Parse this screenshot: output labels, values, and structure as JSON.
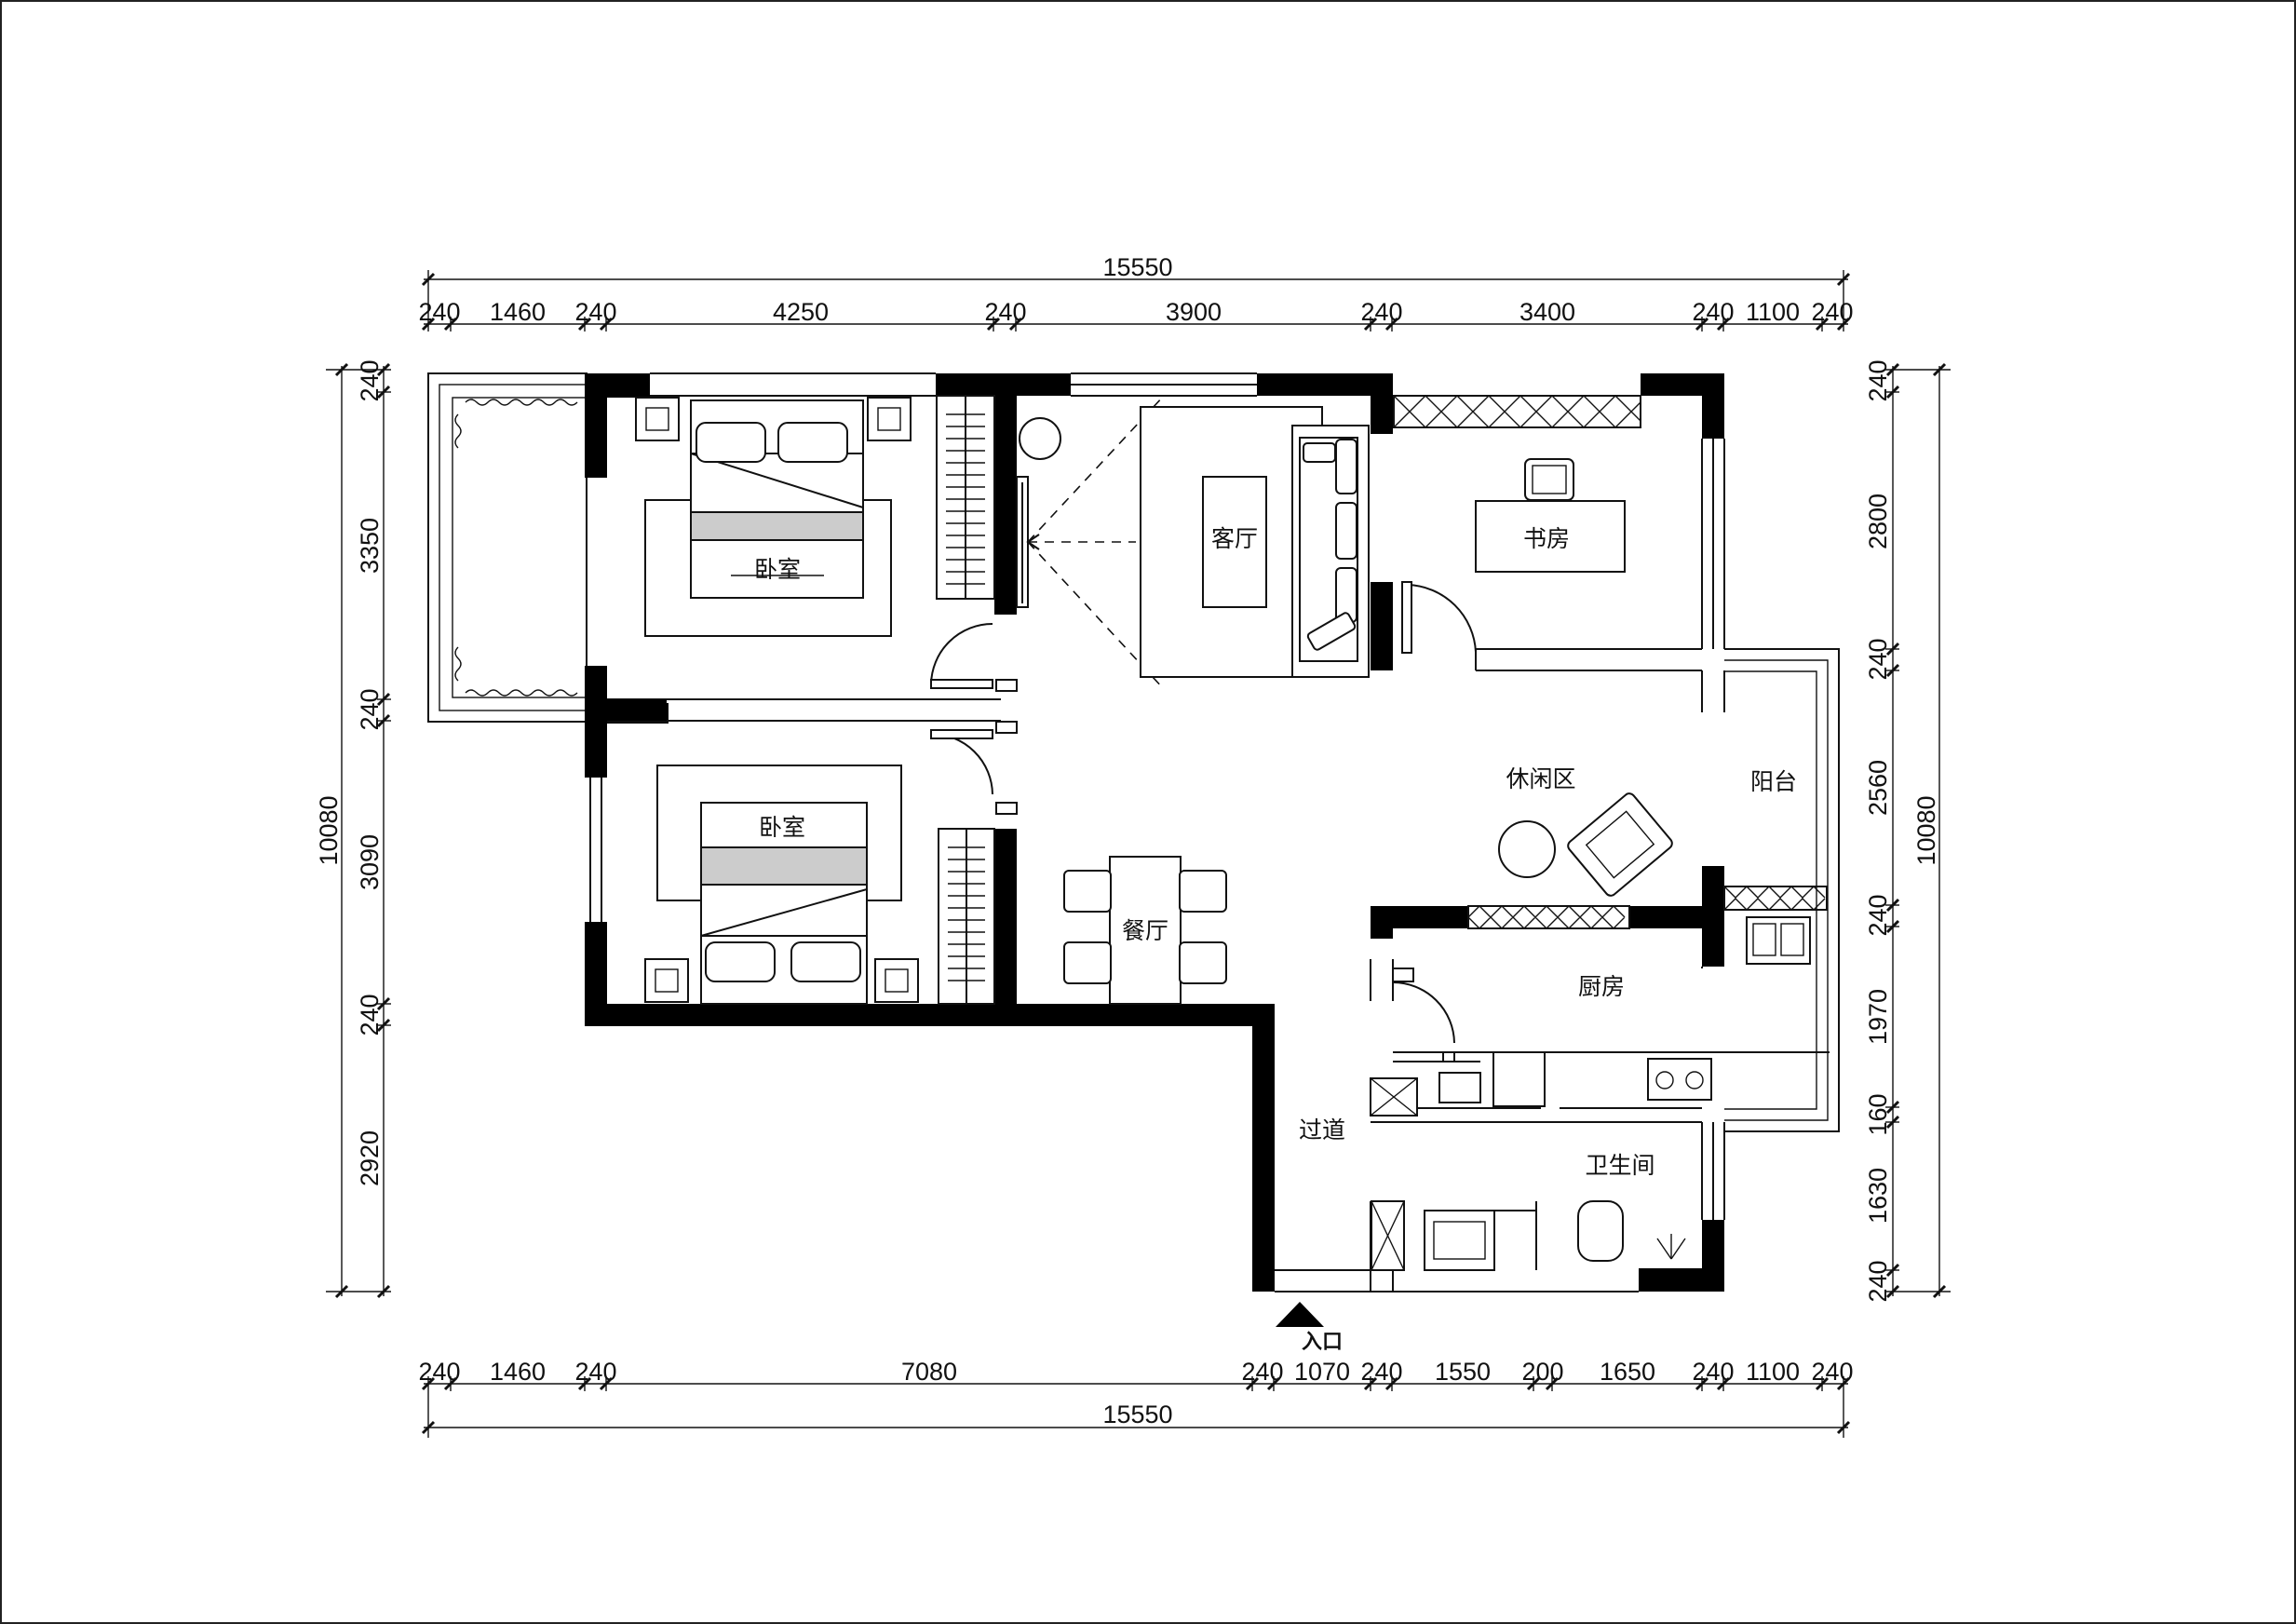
{
  "rooms": {
    "bedroom_top": "卧室",
    "bedroom_bottom": "卧室",
    "living_room": "客厅",
    "study": "书房",
    "leisure_area": "休闲区",
    "balcony": "阳台",
    "dining_room": "餐厅",
    "kitchen": "厨房",
    "corridor": "过道",
    "bathroom": "卫生间"
  },
  "entrance": {
    "label": "入口"
  },
  "dimensions": {
    "top_total": "15550",
    "top": [
      "240",
      "1460",
      "240",
      "4250",
      "240",
      "3900",
      "240",
      "3400",
      "240",
      "1100",
      "240"
    ],
    "bottom_total": "15550",
    "bottom": [
      "240",
      "1460",
      "240",
      "7080",
      "240",
      "1070",
      "240",
      "1550",
      "200",
      "1650",
      "240",
      "1100",
      "240"
    ],
    "left_total": "10080",
    "left": [
      "240",
      "3350",
      "240",
      "3090",
      "240",
      "2920"
    ],
    "right_total": "10080",
    "right": [
      "240",
      "2800",
      "240",
      "2560",
      "240",
      "1970",
      "160",
      "1630",
      "240"
    ]
  }
}
